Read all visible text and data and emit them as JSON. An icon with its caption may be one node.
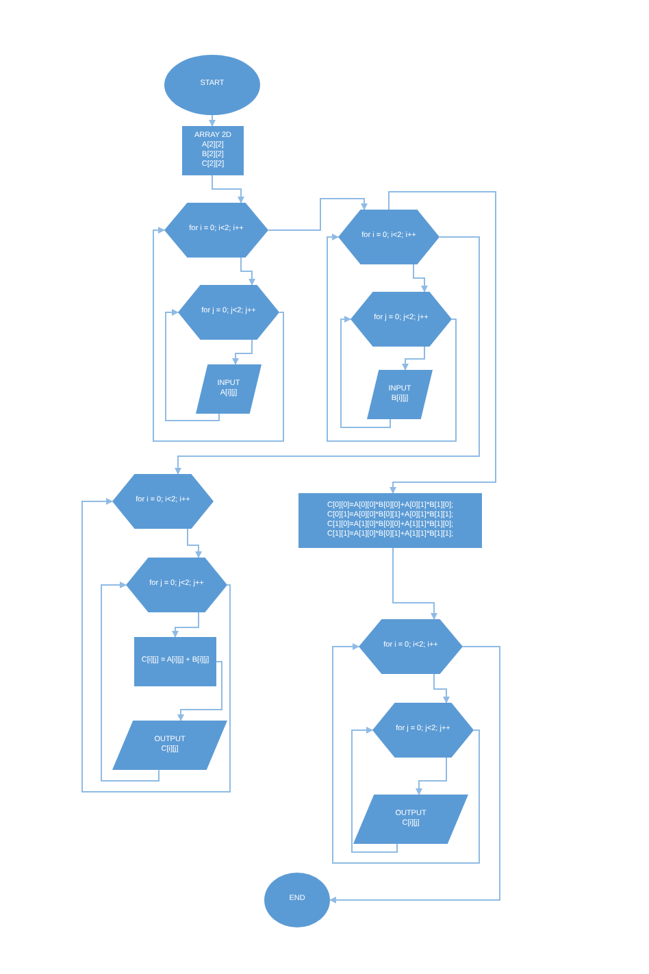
{
  "diagram": {
    "nodes": [
      {
        "text": [
          "START"
        ]
      },
      {
        "text": [
          "ARRAY 2D",
          "A[2][2]",
          "B[2][2]",
          "C[2][2]"
        ]
      },
      {
        "text": [
          "for i = 0; i<2; i++"
        ]
      },
      {
        "text": [
          "for j = 0; j<2; j++"
        ]
      },
      {
        "text": [
          "INPUT",
          "A[i][j]"
        ]
      },
      {
        "text": [
          "for i = 0; i<2; i++"
        ]
      },
      {
        "text": [
          "for j = 0; j<2; j++"
        ]
      },
      {
        "text": [
          "INPUT",
          "B[i][j]"
        ]
      },
      {
        "text": [
          "for i = 0; i<2; i++"
        ]
      },
      {
        "text": [
          "for j = 0; j<2; j++"
        ]
      },
      {
        "text": [
          "C[i][j] = A[i][j] + B[i][j]"
        ]
      },
      {
        "text": [
          "OUTPUT",
          "C[i][j]"
        ]
      },
      {
        "text": [
          "C[0][0]=A[0][0]*B[0][0]+A[0][1]*B[1][0];",
          "C[0][1]=A[0][0]*B[0][1]+A[0][1]*B[1][1];",
          "C[1][0]=A[1][0]*B[0][0]+A[1][1]*B[1][0];",
          "C[1][1]=A[1][0]*B[0][1]+A[1][1]*B[1][1];"
        ]
      },
      {
        "text": [
          "for i = 0; i<2; i++"
        ]
      },
      {
        "text": [
          "for j = 0; j<2; j++"
        ]
      },
      {
        "text": [
          "OUTPUT",
          "C[i][j]"
        ]
      },
      {
        "text": [
          "END"
        ]
      }
    ],
    "edges": [
      {
        "from": 0,
        "to": 1,
        "arrow": "to"
      },
      {
        "from": 1,
        "to": 2,
        "arrow": "to"
      },
      {
        "from": 2,
        "to": 3,
        "arrow": "to"
      },
      {
        "from": 3,
        "to": 4,
        "arrow": "to"
      },
      {
        "from": 4,
        "to": 3,
        "arrow": "to"
      },
      {
        "from": 3,
        "to": 2,
        "arrow": "to"
      },
      {
        "from": 2,
        "to": 5,
        "arrow": "to"
      },
      {
        "from": 5,
        "to": 6,
        "arrow": "to"
      },
      {
        "from": 6,
        "to": 7,
        "arrow": "to"
      },
      {
        "from": 7,
        "to": 6,
        "arrow": "to"
      },
      {
        "from": 6,
        "to": 5,
        "arrow": "to"
      },
      {
        "from": 5,
        "to": 8,
        "arrow": "to"
      },
      {
        "from": 5,
        "to": 12,
        "arrow": "to"
      },
      {
        "from": 8,
        "to": 9,
        "arrow": "to"
      },
      {
        "from": 9,
        "to": 10,
        "arrow": "to"
      },
      {
        "from": 10,
        "to": 11,
        "arrow": "to"
      },
      {
        "from": 11,
        "to": 9,
        "arrow": "to"
      },
      {
        "from": 9,
        "to": 8,
        "arrow": "to"
      },
      {
        "from": 12,
        "to": 13,
        "arrow": "to"
      },
      {
        "from": 13,
        "to": 14,
        "arrow": "to"
      },
      {
        "from": 14,
        "to": 15,
        "arrow": "to"
      },
      {
        "from": 15,
        "to": 14,
        "arrow": "to"
      },
      {
        "from": 14,
        "to": 13,
        "arrow": "to"
      },
      {
        "from": 13,
        "to": 16,
        "arrow": "to"
      }
    ]
  }
}
